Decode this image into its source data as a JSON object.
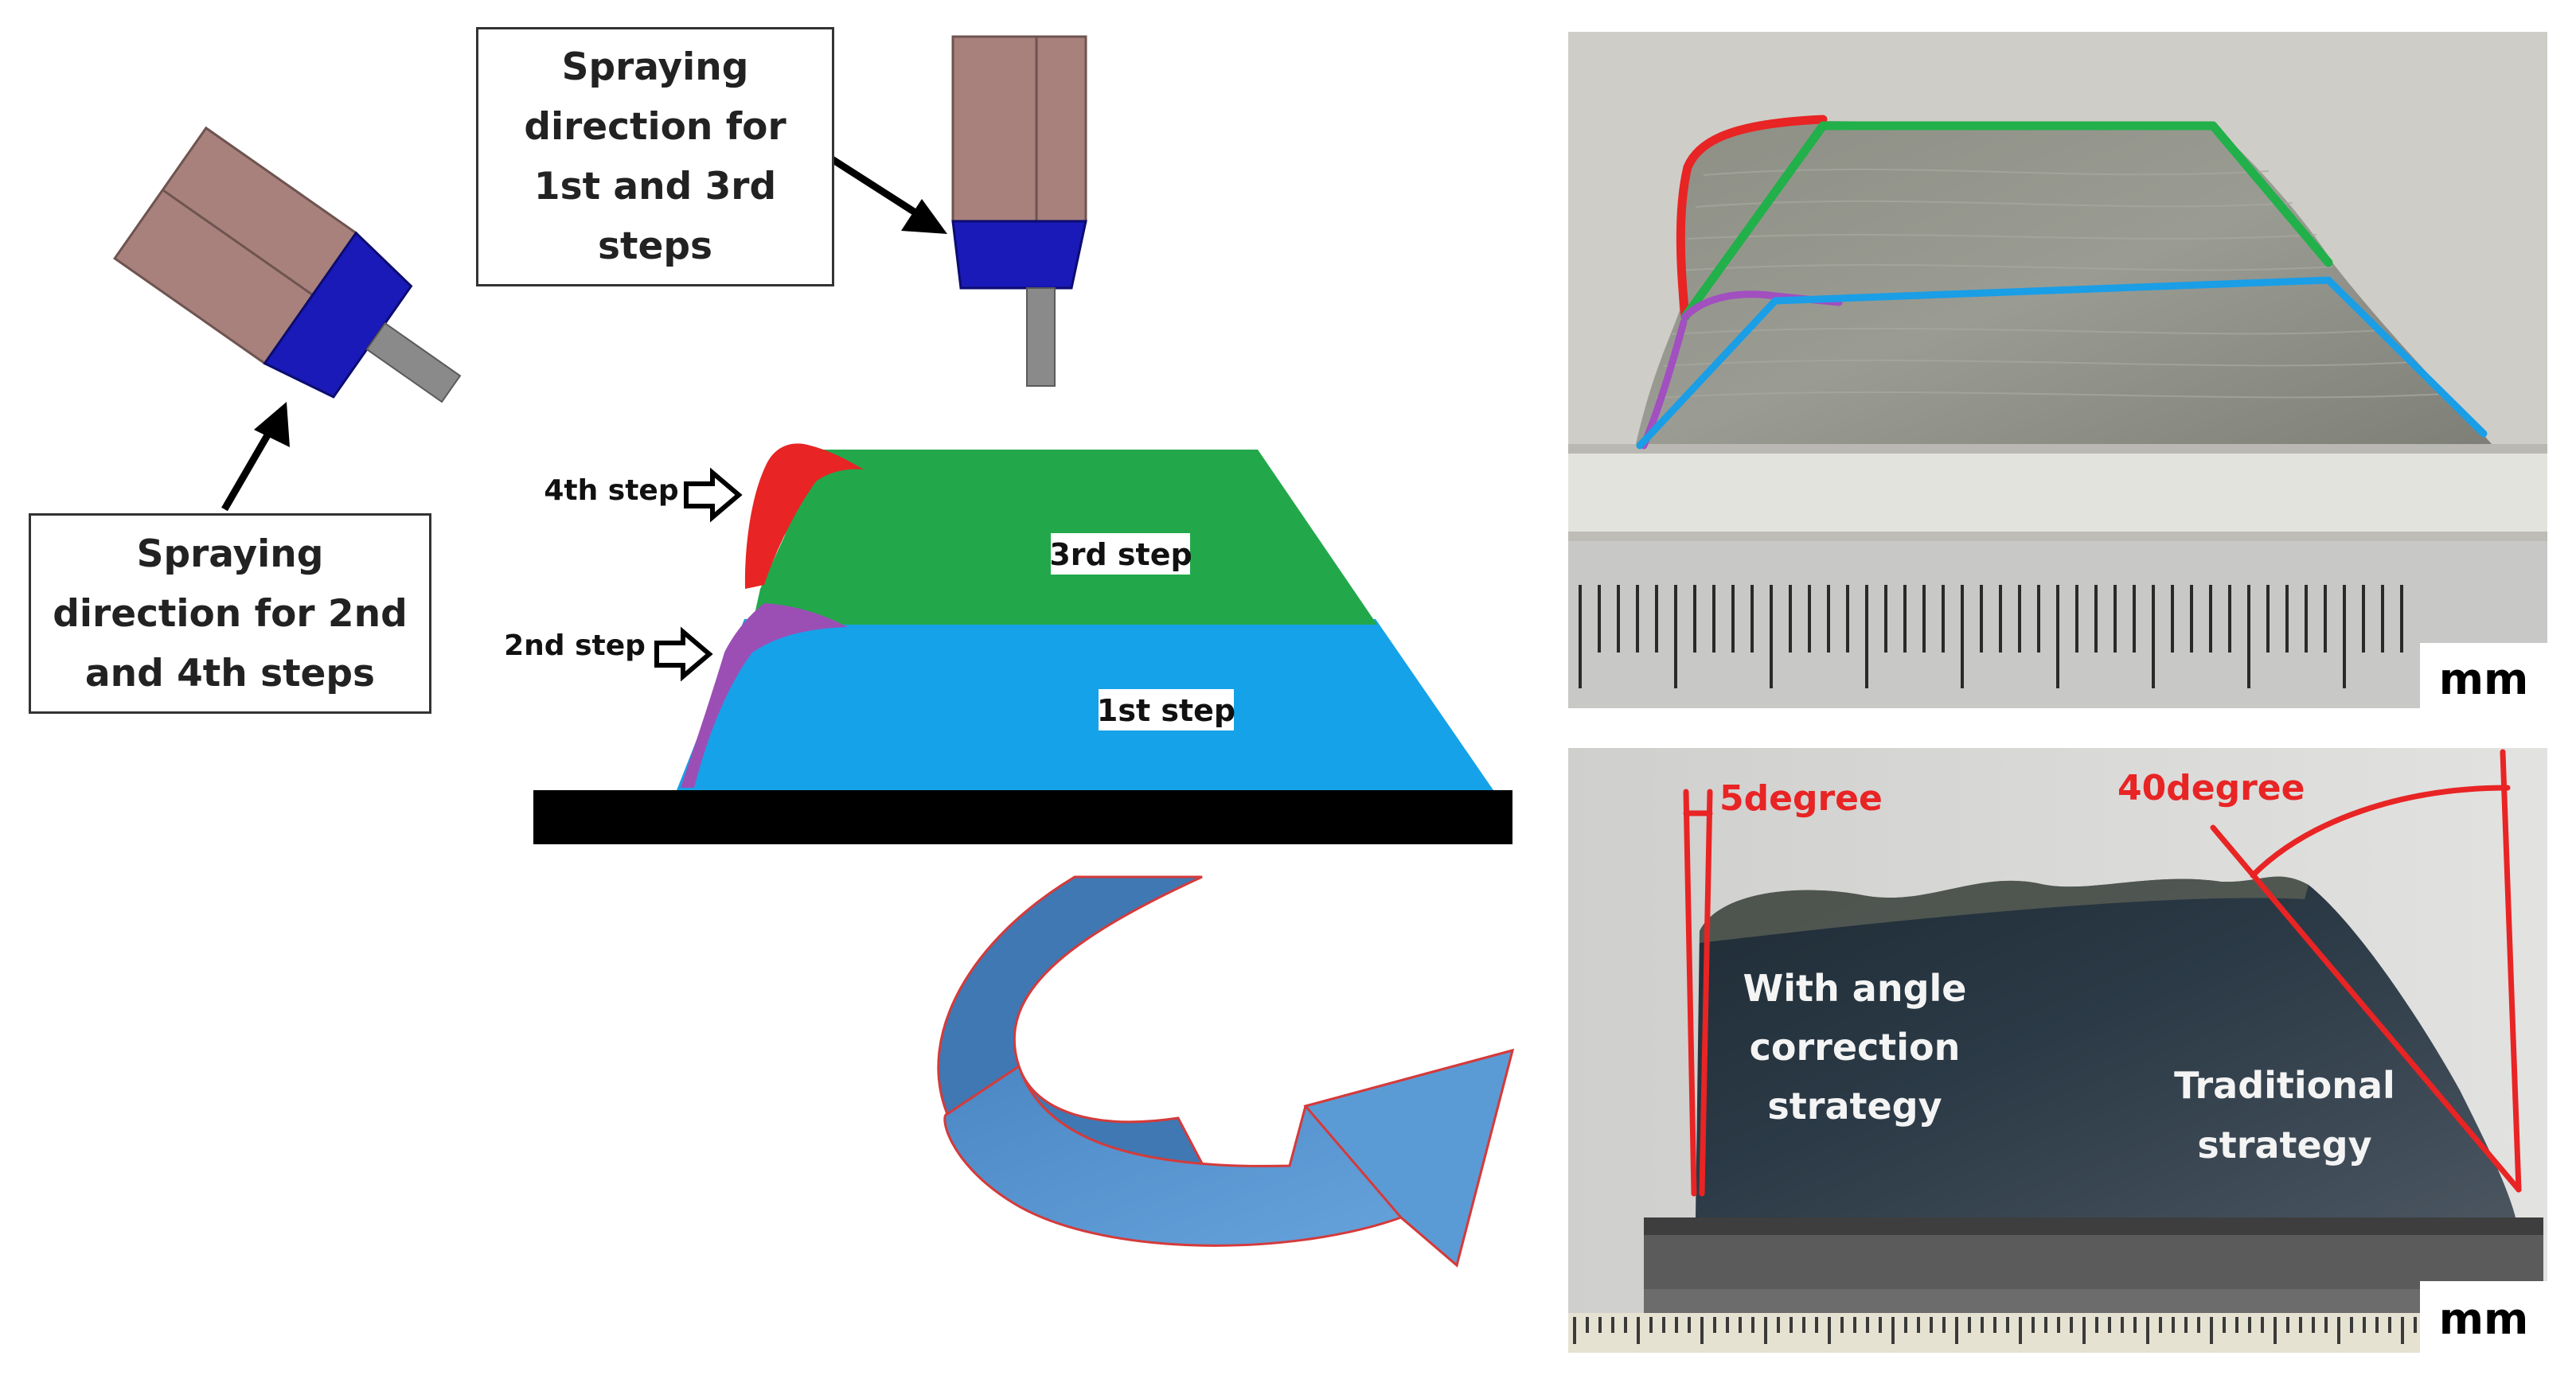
{
  "callouts": {
    "top": {
      "lines": [
        "Spraying",
        "direction for",
        "1st and 3rd",
        "steps"
      ]
    },
    "left": {
      "lines": [
        "Spraying",
        "direction for 2nd",
        "and 4th steps"
      ]
    }
  },
  "steps": {
    "step1": "1st step",
    "step2": "2nd step",
    "step3": "3rd step",
    "step4": "4th step"
  },
  "photo_top": {
    "unit": "mm"
  },
  "photo_bottom": {
    "unit": "mm",
    "angle_left": "5degree",
    "angle_right": "40degree",
    "label_left": [
      "With angle",
      "correction",
      "strategy"
    ],
    "label_right": [
      "Traditional",
      "strategy"
    ]
  },
  "colors": {
    "step1": "#16a2e8",
    "step2": "#9b4fb5",
    "step3": "#22a84a",
    "step4": "#e82424",
    "substrate": "#000000",
    "nozzle_body": "#a8817c",
    "nozzle_tip": "#1a1ab8",
    "arrow_fill": "#5b9bd5",
    "annotation_red": "#e82424"
  }
}
